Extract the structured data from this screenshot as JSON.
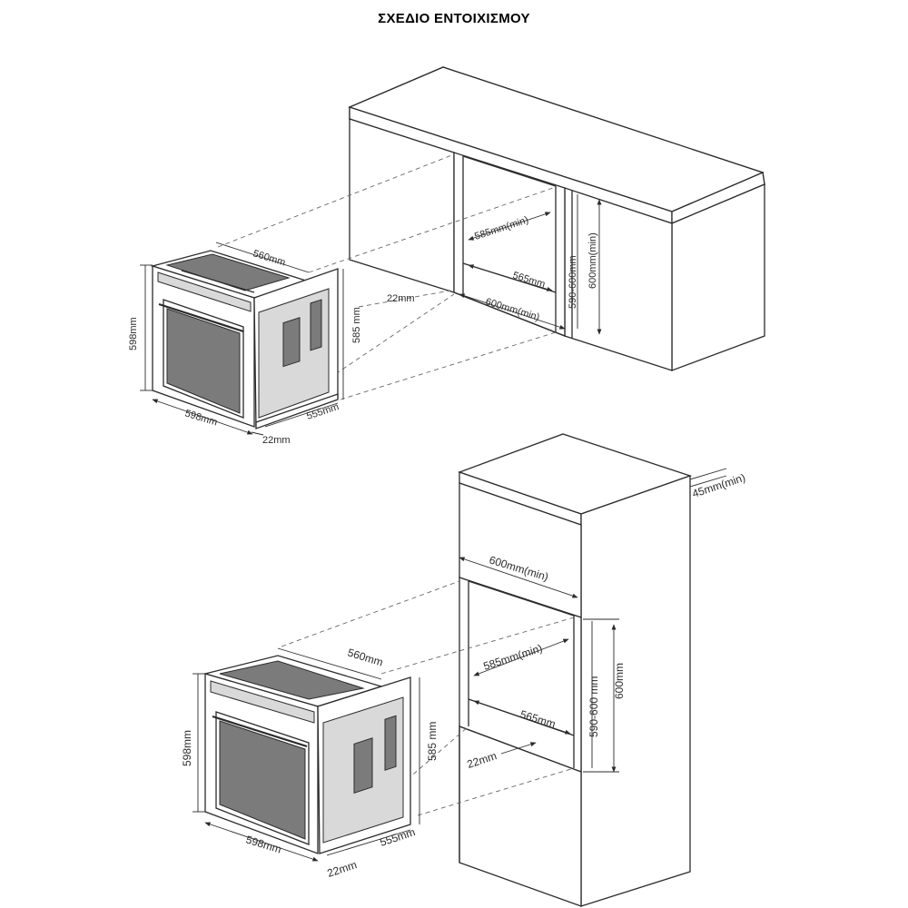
{
  "title": "ΣΧΕΔΙΟ ΕΝΤΟΙΧΙΣΜΟΥ",
  "top_diagram": {
    "oven_depth": "560mm",
    "oven_height": "598mm",
    "oven_width": "598mm",
    "front_thickness": "22mm",
    "body_depth": "555mm",
    "body_height": "585 mm",
    "niche_depth": "585mm(min)",
    "niche_width_inner": "565mm",
    "gap": "22mm",
    "niche_width": "600mm(min)",
    "niche_height_range": "590-600mm",
    "niche_height": "600mm(min)"
  },
  "bottom_diagram": {
    "oven_depth": "560mm",
    "oven_height": "598mm",
    "oven_width": "598mm",
    "front_thickness": "22mm",
    "body_depth": "555mm",
    "body_height": "585 mm",
    "niche_depth": "585mm(min)",
    "niche_width_inner": "565mm",
    "gap": "22mm",
    "cabinet_width": "600mm(min)",
    "vent_gap": "45mm(min)",
    "niche_height_range": "590-600 mm",
    "niche_height": "600mm"
  }
}
